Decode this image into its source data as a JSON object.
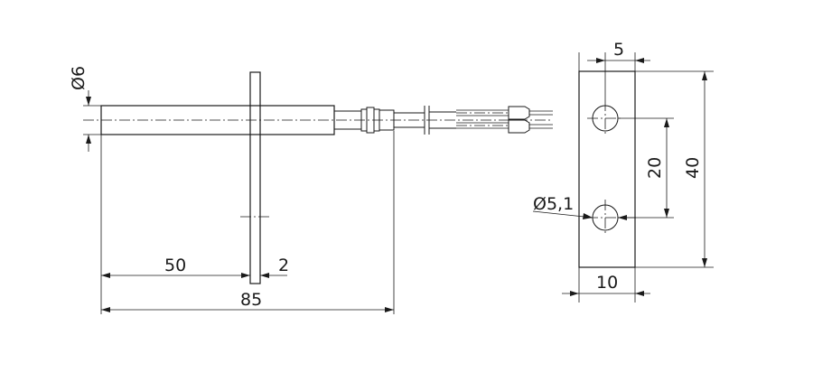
{
  "dimensions": {
    "probe_diameter": "Ø6",
    "flange_position": "50",
    "flange_thickness": "2",
    "overall_length": "85",
    "hole_edge_offset": "5",
    "hole_spacing": "20",
    "flange_height": "40",
    "hole_diameter": "Ø5,1",
    "flange_width": "10"
  }
}
